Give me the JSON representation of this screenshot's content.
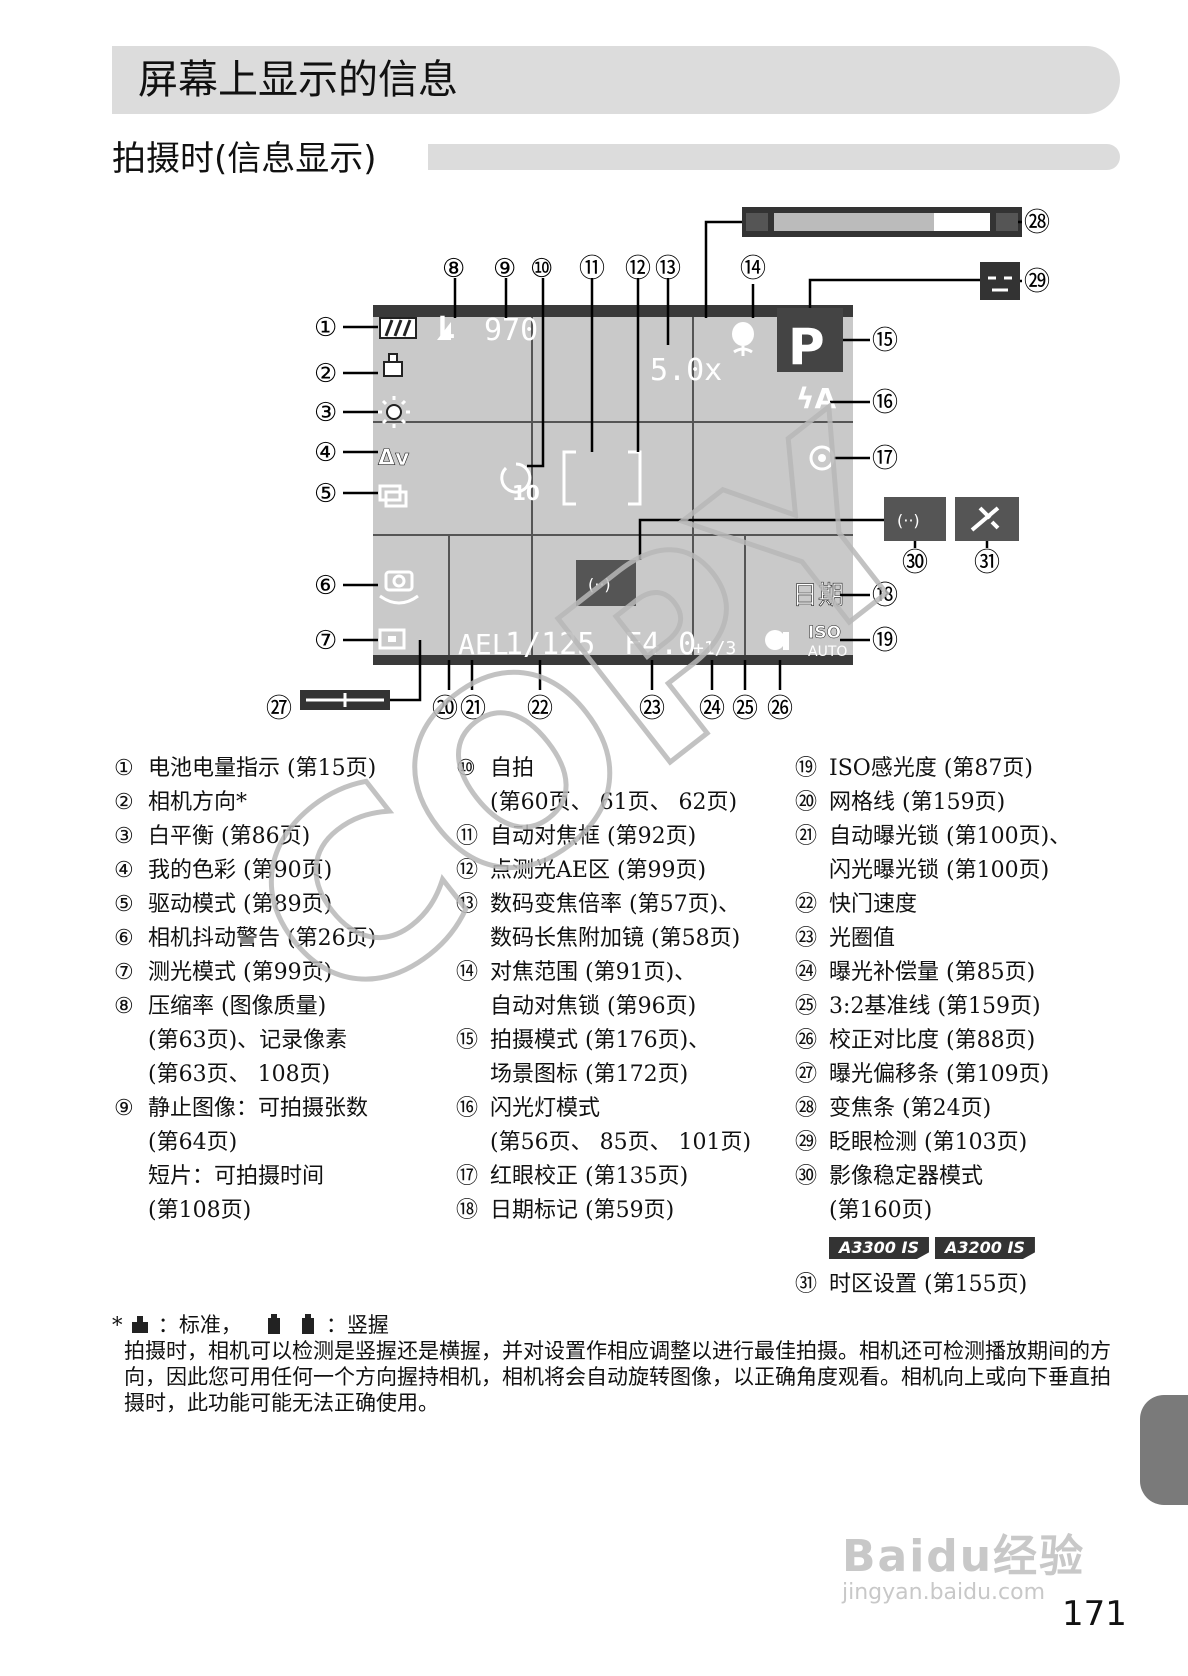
{
  "title": "屏幕上显示的信息",
  "subtitle": "拍摄时(信息显示)",
  "page_number": "171",
  "screen": {
    "shots_remaining": "970",
    "digital_zoom": "5.0x",
    "mode": "P",
    "flash": "ϟA",
    "self_timer": "10",
    "date_stamp": "日期",
    "iso_top": "ISO",
    "iso_bottom": "AUTO",
    "ael": "AEL",
    "shutter": "1/125",
    "aperture": "F4.0",
    "exp_comp": "+1/3",
    "quality": "L"
  },
  "callouts": {
    "c1": "①",
    "c2": "②",
    "c3": "③",
    "c4": "④",
    "c5": "⑤",
    "c6": "⑥",
    "c7": "⑦",
    "c8": "⑧",
    "c9": "⑨",
    "c10": "⑩",
    "c11": "⑪",
    "c12": "⑫",
    "c13": "⑬",
    "c14": "⑭",
    "c15": "⑮",
    "c16": "⑯",
    "c17": "⑰",
    "c18": "⑱",
    "c19": "⑲",
    "c20": "⑳",
    "c21": "㉑",
    "c22": "㉒",
    "c23": "㉓",
    "c24": "㉔",
    "c25": "㉕",
    "c26": "㉖",
    "c27": "㉗",
    "c28": "㉘",
    "c29": "㉙",
    "c30": "㉚",
    "c31": "㉛"
  },
  "legend_col1": [
    {
      "n": "①",
      "lines": [
        "电池电量指示 (第15页)"
      ]
    },
    {
      "n": "②",
      "lines": [
        "相机方向*"
      ]
    },
    {
      "n": "③",
      "lines": [
        "白平衡 (第86页)"
      ]
    },
    {
      "n": "④",
      "lines": [
        "我的色彩 (第90页)"
      ]
    },
    {
      "n": "⑤",
      "lines": [
        "驱动模式 (第89页)"
      ]
    },
    {
      "n": "⑥",
      "lines": [
        "相机抖动警告 (第26页)"
      ]
    },
    {
      "n": "⑦",
      "lines": [
        "测光模式 (第99页)"
      ]
    },
    {
      "n": "⑧",
      "lines": [
        "压缩率 (图像质量)",
        "(第63页)、记录像素",
        "(第63页、 108页)"
      ]
    },
    {
      "n": "⑨",
      "lines": [
        "静止图像：可拍摄张数",
        "(第64页)",
        "短片：可拍摄时间",
        "(第108页)"
      ]
    }
  ],
  "legend_col2": [
    {
      "n": "⑩",
      "lines": [
        "自拍",
        "(第60页、 61页、 62页)"
      ]
    },
    {
      "n": "⑪",
      "lines": [
        "自动对焦框 (第92页)"
      ]
    },
    {
      "n": "⑫",
      "lines": [
        "点测光AE区 (第99页)"
      ]
    },
    {
      "n": "⑬",
      "lines": [
        "数码变焦倍率 (第57页)、",
        "数码长焦附加镜 (第58页)"
      ]
    },
    {
      "n": "⑭",
      "lines": [
        "对焦范围 (第91页)、",
        "自动对焦锁 (第96页)"
      ]
    },
    {
      "n": "⑮",
      "lines": [
        "拍摄模式 (第176页)、",
        "场景图标 (第172页)"
      ]
    },
    {
      "n": "⑯",
      "lines": [
        "闪光灯模式",
        "(第56页、 85页、 101页)"
      ]
    },
    {
      "n": "⑰",
      "lines": [
        "红眼校正 (第135页)"
      ]
    },
    {
      "n": "⑱",
      "lines": [
        "日期标记 (第59页)"
      ]
    }
  ],
  "legend_col3": [
    {
      "n": "⑲",
      "lines": [
        "ISO感光度 (第87页)"
      ]
    },
    {
      "n": "⑳",
      "lines": [
        "网格线 (第159页)"
      ]
    },
    {
      "n": "㉑",
      "lines": [
        "自动曝光锁 (第100页)、",
        "闪光曝光锁 (第100页)"
      ]
    },
    {
      "n": "㉒",
      "lines": [
        "快门速度"
      ]
    },
    {
      "n": "㉓",
      "lines": [
        "光圈值"
      ]
    },
    {
      "n": "㉔",
      "lines": [
        "曝光补偿量 (第85页)"
      ]
    },
    {
      "n": "㉕",
      "lines": [
        "3:2基准线 (第159页)"
      ]
    },
    {
      "n": "㉖",
      "lines": [
        "校正对比度 (第88页)"
      ]
    },
    {
      "n": "㉗",
      "lines": [
        "曝光偏移条 (第109页)"
      ]
    },
    {
      "n": "㉘",
      "lines": [
        "变焦条 (第24页)"
      ]
    },
    {
      "n": "㉙",
      "lines": [
        "眨眼检测 (第103页)"
      ]
    },
    {
      "n": "㉚",
      "lines": [
        "影像稳定器模式",
        "(第160页)"
      ]
    }
  ],
  "model_badges": [
    "A3300 IS",
    "A3200 IS"
  ],
  "legend_col3_last": {
    "n": "㉛",
    "lines": [
      "时区设置 (第155页)"
    ]
  },
  "footnote": {
    "marker": "*",
    "std_label": "：标准，",
    "vert_label": "：竖握",
    "text": "拍摄时，相机可以检测是竖握还是横握，并对设置作相应调整以进行最佳拍摄。相机还可检测播放期间的方向，因此您可用任何一个方向握持相机，相机将会自动旋转图像，以正确角度观看。相机向上或向下垂直拍摄时，此功能可能无法正确使用。"
  },
  "watermarks": {
    "copy": "COPY",
    "brand": "Baidu经验",
    "url": "jingyan.baidu.com"
  }
}
